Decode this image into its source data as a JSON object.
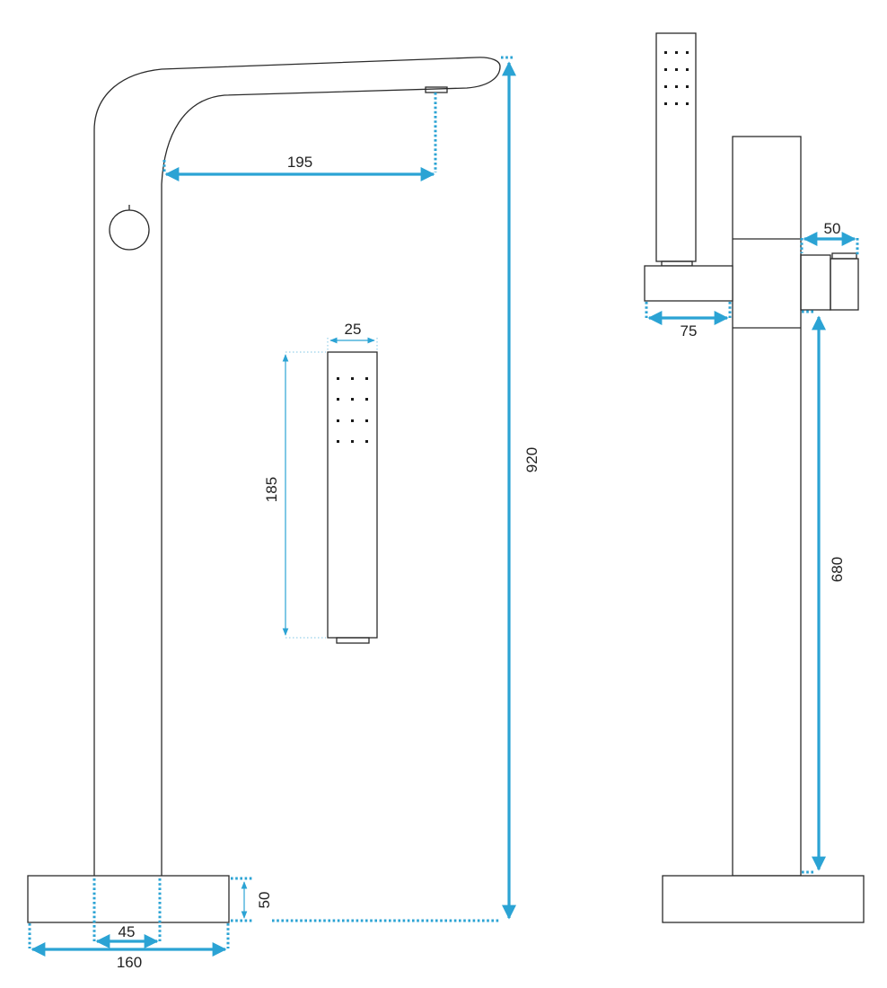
{
  "dimensions": {
    "spout_reach": "195",
    "handshower_width": "25",
    "handshower_length": "185",
    "total_height": "920",
    "base_height": "50",
    "column_width": "45",
    "base_width": "160",
    "holder_offset": "50",
    "holder_depth": "75",
    "holder_height": "680"
  },
  "colors": {
    "dimension": "#2ba3d4",
    "outline": "#2b2b2b"
  }
}
